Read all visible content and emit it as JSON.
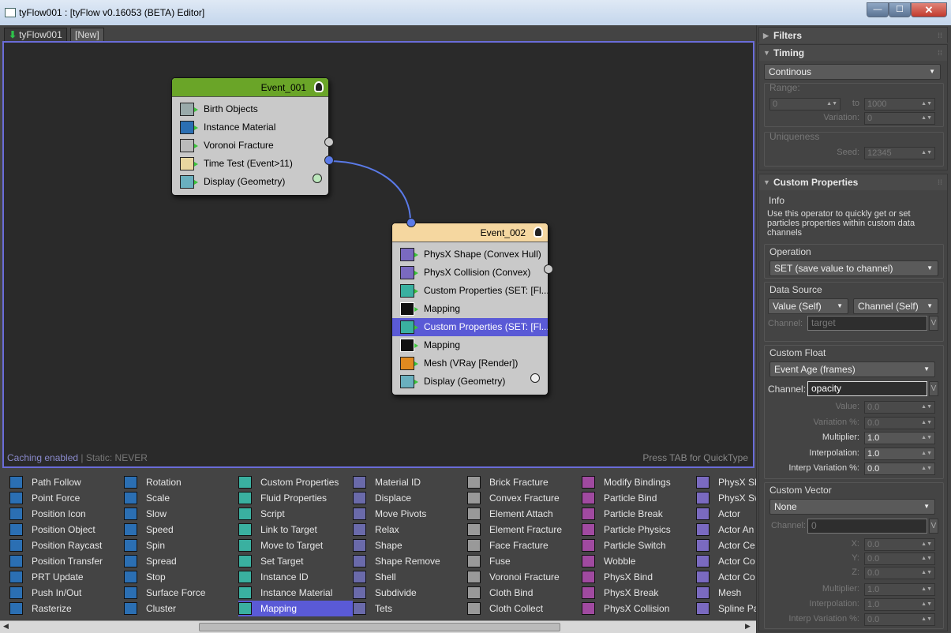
{
  "window": {
    "title": "tyFlow001 : [tyFlow v0.16053 (BETA) Editor]",
    "min": "—",
    "max": "☐",
    "close": "✕"
  },
  "tabs": [
    {
      "label": "tyFlow001"
    },
    {
      "label": "[New]"
    }
  ],
  "graph": {
    "status_caching": "Caching enabled",
    "status_sep": " | ",
    "status_static": "Static: NEVER",
    "hint": "Press TAB for QuickType"
  },
  "events": [
    {
      "name": "Event_001",
      "color": "#6aa528",
      "operators": [
        "Birth Objects",
        "Instance Material",
        "Voronoi Fracture",
        "Time Test (Event>11)",
        "Display (Geometry)"
      ]
    },
    {
      "name": "Event_002",
      "color": "#f5d7a0",
      "operators": [
        "PhysX Shape (Convex Hull)",
        "PhysX Collision (Convex)",
        "Custom Properties (SET: [Fl...",
        "Mapping",
        "Custom Properties (SET: [Fl...",
        "Mapping",
        "Mesh (VRay [Render])",
        "Display (Geometry)"
      ]
    }
  ],
  "panel": {
    "filters": "Filters",
    "timing": {
      "title": "Timing",
      "mode": "Continous",
      "range_label": "Range:",
      "range_from": "0",
      "to_label": "to",
      "range_to": "1000",
      "variation_label": "Variation:",
      "variation": "0",
      "uniqueness_label": "Uniqueness",
      "seed_label": "Seed:",
      "seed": "12345"
    },
    "custom": {
      "title": "Custom Properties",
      "info_label": "Info",
      "info_text": "Use this operator to quickly get or set particles properties within custom data channels",
      "operation_label": "Operation",
      "operation": "SET (save value to channel)",
      "data_source_label": "Data Source",
      "ds_value": "Value (Self)",
      "ds_channel": "Channel (Self)",
      "ds_channel_label": "Channel:",
      "ds_channel_placeholder": "target",
      "float_label": "Custom Float",
      "float_mode": "Event Age (frames)",
      "float_channel_label": "Channel:",
      "float_channel": "opacity",
      "value_label": "Value:",
      "value": "0.0",
      "var_label": "Variation %:",
      "var": "0.0",
      "mult_label": "Multiplier:",
      "mult": "1.0",
      "interp_label": "Interpolation:",
      "interp": "1.0",
      "ivar_label": "Interp Variation %:",
      "ivar": "0.0",
      "vector_label": "Custom Vector",
      "vector_mode": "None",
      "v_channel_label": "Channel:",
      "v_channel": "0",
      "x_label": "X:",
      "x": "0.0",
      "y_label": "Y:",
      "y": "0.0",
      "z_label": "Z:",
      "z": "0.0",
      "v_mult_label": "Multiplier:",
      "v_mult": "1.0",
      "v_interp_label": "Interpolation:",
      "v_interp": "1.0",
      "v_ivar_label": "Interp Variation %:",
      "v_ivar": "0.0",
      "v_button": "V"
    }
  },
  "palette": [
    [
      "Path Follow",
      "Point Force",
      "Position Icon",
      "Position Object",
      "Position Raycast",
      "Position Transfer",
      "PRT Update",
      "Push In/Out",
      "Rasterize"
    ],
    [
      "Rotation",
      "Scale",
      "Slow",
      "Speed",
      "Spin",
      "Spread",
      "Stop",
      "Surface Force",
      "Cluster"
    ],
    [
      "Custom Properties",
      "Fluid Properties",
      "Script",
      "Link to Target",
      "Move to Target",
      "Set Target",
      "Instance ID",
      "Instance Material",
      "Mapping"
    ],
    [
      "Material ID",
      "Displace",
      "Move Pivots",
      "Relax",
      "Shape",
      "Shape Remove",
      "Shell",
      "Subdivide",
      "Tets"
    ],
    [
      "Brick Fracture",
      "Convex Fracture",
      "Element Attach",
      "Element Fracture",
      "Face Fracture",
      "Fuse",
      "Voronoi Fracture",
      "Cloth Bind",
      "Cloth Collect"
    ],
    [
      "Modify Bindings",
      "Particle Bind",
      "Particle Break",
      "Particle Physics",
      "Particle Switch",
      "Wobble",
      "PhysX Bind",
      "PhysX Break",
      "PhysX Collision"
    ],
    [
      "PhysX Sh",
      "PhysX Sw",
      "Actor",
      "Actor An",
      "Actor Ce",
      "Actor Co",
      "Actor Co",
      "Mesh",
      "Spline Pa"
    ]
  ]
}
